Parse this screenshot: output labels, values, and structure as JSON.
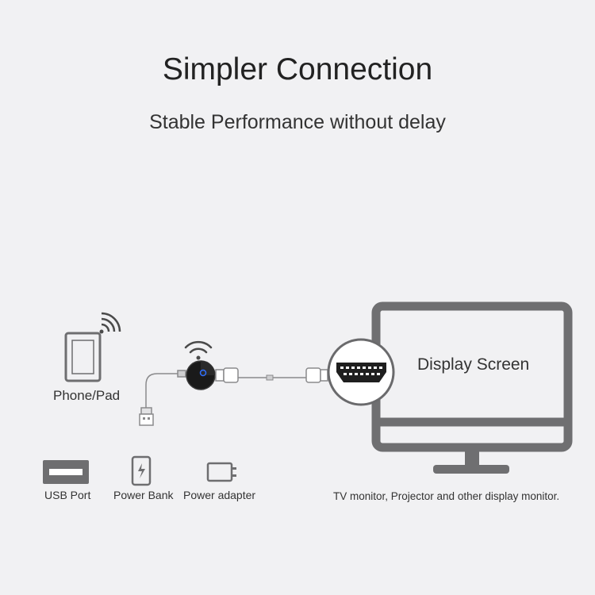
{
  "header": {
    "title": "Simpler Connection",
    "subtitle": "Stable Performance without delay"
  },
  "devices": {
    "source_label": "Phone/Pad",
    "display_label": "Display Screen",
    "display_caption": "TV monitor, Projector and other display monitor."
  },
  "power_sources": [
    {
      "label": "USB Port",
      "icon": "usb-port-icon"
    },
    {
      "label": "Power Bank",
      "icon": "power-bank-icon"
    },
    {
      "label": "Power adapter",
      "icon": "power-adapter-icon"
    }
  ],
  "colors": {
    "background": "#f1f1f3",
    "icon_gray": "#6e6e70",
    "monitor_gray": "#6f6f71",
    "dongle_black": "#1a1a1a",
    "accent_blue": "#2f6fff"
  }
}
